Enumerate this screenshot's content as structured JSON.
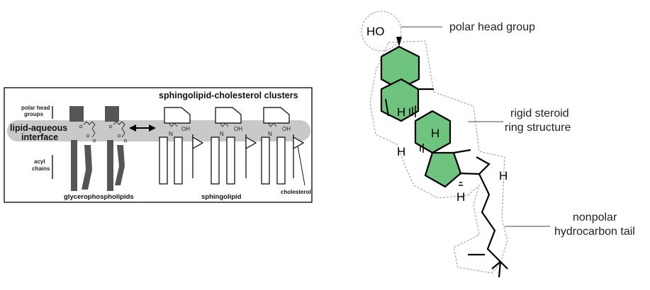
{
  "left_panel": {
    "title": "sphingolipid-cholesterol clusters",
    "polar_head_groups": [
      "polar head",
      "groups"
    ],
    "interface": [
      "lipid-aqueous",
      "interface"
    ],
    "acyl_chains": [
      "acyl",
      "chains"
    ],
    "glycerophospholipids": "glycerophospholipids",
    "sphingolipid": "sphingolipid",
    "cholesterol": "cholesterol",
    "oh": "OH",
    "n": "N"
  },
  "right_panel": {
    "ho": "HO",
    "h": "H",
    "polar_head_group": "polar head group",
    "rigid_steroid": [
      "rigid steroid",
      "ring structure"
    ],
    "nonpolar_tail": [
      "nonpolar",
      "hydrocarbon tail"
    ]
  },
  "colors": {
    "ring_fill": "#6ec37f",
    "interface_band": "#c9c9c9",
    "lipid_bar": "#555555"
  }
}
